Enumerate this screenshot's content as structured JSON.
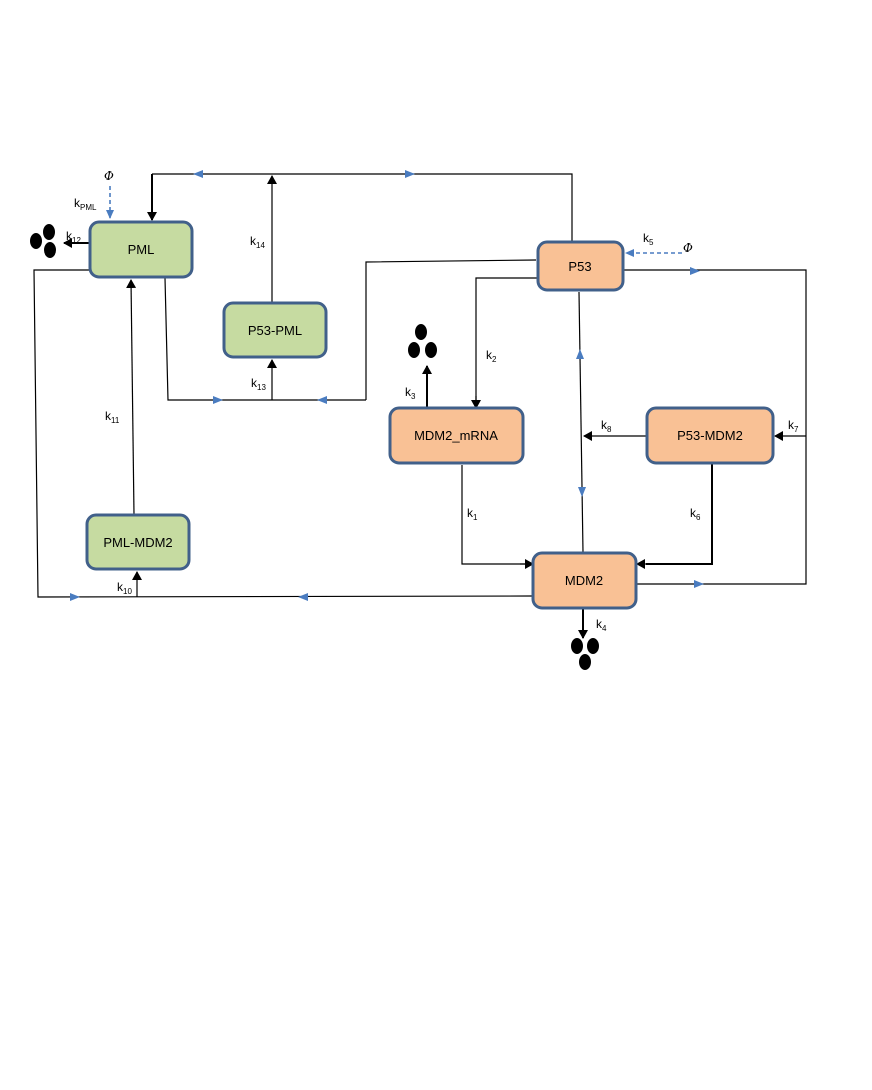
{
  "nodes": {
    "pml": "PML",
    "p53_pml": "P53-PML",
    "pml_mdm2": "PML-MDM2",
    "p53": "P53",
    "mdm2_mrna": "MDM2_mRNA",
    "p53_mdm2": "P53-MDM2",
    "mdm2": "MDM2"
  },
  "rates": {
    "k_pml": {
      "base": "k",
      "sub": "PML"
    },
    "k12": {
      "base": "k",
      "sub": "12"
    },
    "k14": {
      "base": "k",
      "sub": "14"
    },
    "k13": {
      "base": "k",
      "sub": "13"
    },
    "k11": {
      "base": "k",
      "sub": "11"
    },
    "k10": {
      "base": "k",
      "sub": "10"
    },
    "k5": {
      "base": "k",
      "sub": "5"
    },
    "k2": {
      "base": "k",
      "sub": "2"
    },
    "k3": {
      "base": "k",
      "sub": "3"
    },
    "k8": {
      "base": "k",
      "sub": "8"
    },
    "k7": {
      "base": "k",
      "sub": "7"
    },
    "k1": {
      "base": "k",
      "sub": "1"
    },
    "k6": {
      "base": "k",
      "sub": "6"
    },
    "k4": {
      "base": "k",
      "sub": "4"
    }
  },
  "source_symbol": "Φ",
  "colors": {
    "green_fill": "#c6dba1",
    "orange_fill": "#f9c195",
    "border": "#41608a",
    "flow_marker": "#4a7cc0",
    "line": "#000000"
  },
  "icons": {
    "degradation": "degradation-blob-icon"
  }
}
